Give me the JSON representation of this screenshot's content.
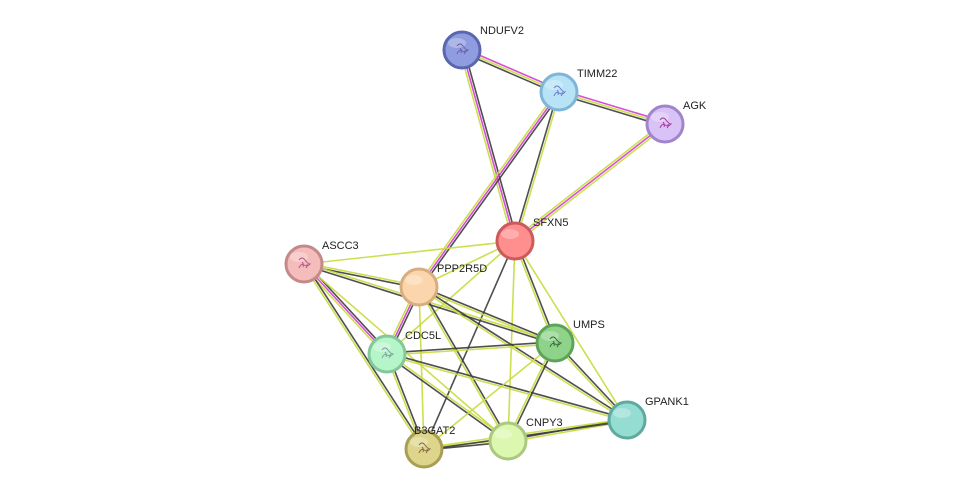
{
  "nodes": [
    {
      "id": "NDUFV2",
      "label": "NDUFV2",
      "fill": "#8f9de0",
      "stroke": "#5a67b0",
      "glyph": "#6f5fa8"
    },
    {
      "id": "TIMM22",
      "label": "TIMM22",
      "fill": "#b8e2f6",
      "stroke": "#7fb5d6",
      "glyph": "#6f7bd0"
    },
    {
      "id": "AGK",
      "label": "AGK",
      "fill": "#d9c2f6",
      "stroke": "#a085cc",
      "glyph": "#a53aa0"
    },
    {
      "id": "SFXN5",
      "label": "SFXN5",
      "fill": "#ff8e8e",
      "stroke": "#cc5a5a",
      "glyph": ""
    },
    {
      "id": "ASCC3",
      "label": "ASCC3",
      "fill": "#f5bcbc",
      "stroke": "#c48a8a",
      "glyph": "#b05a8a"
    },
    {
      "id": "PPP2R5D",
      "label": "PPP2R5D",
      "fill": "#fbd6ac",
      "stroke": "#d8ad80",
      "glyph": ""
    },
    {
      "id": "UMPS",
      "label": "UMPS",
      "fill": "#8fd38a",
      "stroke": "#5ea35a",
      "glyph": "#3c6a3a"
    },
    {
      "id": "CDC5L",
      "label": "CDC5L",
      "fill": "#b6f5c9",
      "stroke": "#84c79a",
      "glyph": "#7fa0a0"
    },
    {
      "id": "GPANK1",
      "label": "GPANK1",
      "fill": "#95ddd3",
      "stroke": "#5fa99f",
      "glyph": ""
    },
    {
      "id": "CNPY3",
      "label": "CNPY3",
      "fill": "#dcf8b0",
      "stroke": "#aac87f",
      "glyph": ""
    },
    {
      "id": "B3GAT2",
      "label": "B3GAT2",
      "fill": "#ddd58a",
      "stroke": "#a89f55",
      "glyph": "#8a6a4a"
    }
  ],
  "edges": [
    {
      "a": "NDUFV2",
      "b": "TIMM22",
      "types": [
        "magenta",
        "yellow",
        "dark"
      ]
    },
    {
      "a": "NDUFV2",
      "b": "SFXN5",
      "types": [
        "dark",
        "magenta",
        "yellow"
      ]
    },
    {
      "a": "TIMM22",
      "b": "AGK",
      "types": [
        "magenta",
        "yellow",
        "dark"
      ]
    },
    {
      "a": "TIMM22",
      "b": "SFXN5",
      "types": [
        "yellow",
        "dark"
      ]
    },
    {
      "a": "TIMM22",
      "b": "PPP2R5D",
      "types": [
        "dark",
        "magenta",
        "yellow"
      ]
    },
    {
      "a": "AGK",
      "b": "SFXN5",
      "types": [
        "yellow",
        "magenta",
        "yellow"
      ]
    },
    {
      "a": "SFXN5",
      "b": "ASCC3",
      "types": [
        "yellow"
      ]
    },
    {
      "a": "SFXN5",
      "b": "PPP2R5D",
      "types": [
        "yellow"
      ]
    },
    {
      "a": "SFXN5",
      "b": "UMPS",
      "types": [
        "dark",
        "yellow"
      ]
    },
    {
      "a": "SFXN5",
      "b": "CDC5L",
      "types": [
        "yellow"
      ]
    },
    {
      "a": "SFXN5",
      "b": "GPANK1",
      "types": [
        "yellow"
      ]
    },
    {
      "a": "SFXN5",
      "b": "CNPY3",
      "types": [
        "yellow"
      ]
    },
    {
      "a": "SFXN5",
      "b": "B3GAT2",
      "types": [
        "dark"
      ]
    },
    {
      "a": "ASCC3",
      "b": "PPP2R5D",
      "types": [
        "yellow",
        "dark"
      ]
    },
    {
      "a": "ASCC3",
      "b": "CDC5L",
      "types": [
        "dark",
        "magenta",
        "yellow"
      ]
    },
    {
      "a": "ASCC3",
      "b": "UMPS",
      "types": [
        "yellow",
        "dark"
      ]
    },
    {
      "a": "ASCC3",
      "b": "B3GAT2",
      "types": [
        "dark",
        "yellow"
      ]
    },
    {
      "a": "ASCC3",
      "b": "CNPY3",
      "types": [
        "yellow"
      ]
    },
    {
      "a": "PPP2R5D",
      "b": "CDC5L",
      "types": [
        "dark",
        "magenta",
        "yellow"
      ]
    },
    {
      "a": "PPP2R5D",
      "b": "UMPS",
      "types": [
        "dark",
        "yellow"
      ]
    },
    {
      "a": "PPP2R5D",
      "b": "GPANK1",
      "types": [
        "dark",
        "yellow"
      ]
    },
    {
      "a": "PPP2R5D",
      "b": "CNPY3",
      "types": [
        "dark",
        "yellow"
      ]
    },
    {
      "a": "PPP2R5D",
      "b": "B3GAT2",
      "types": [
        "yellow"
      ]
    },
    {
      "a": "CDC5L",
      "b": "UMPS",
      "types": [
        "dark",
        "yellow"
      ]
    },
    {
      "a": "CDC5L",
      "b": "GPANK1",
      "types": [
        "dark",
        "yellow"
      ]
    },
    {
      "a": "CDC5L",
      "b": "CNPY3",
      "types": [
        "yellow",
        "dark"
      ]
    },
    {
      "a": "CDC5L",
      "b": "B3GAT2",
      "types": [
        "dark",
        "yellow"
      ]
    },
    {
      "a": "UMPS",
      "b": "GPANK1",
      "types": [
        "dark",
        "yellow"
      ]
    },
    {
      "a": "UMPS",
      "b": "CNPY3",
      "types": [
        "dark",
        "yellow"
      ]
    },
    {
      "a": "UMPS",
      "b": "B3GAT2",
      "types": [
        "yellow"
      ]
    },
    {
      "a": "CNPY3",
      "b": "GPANK1",
      "types": [
        "dark",
        "yellow"
      ]
    },
    {
      "a": "CNPY3",
      "b": "B3GAT2",
      "types": [
        "dark",
        "yellow"
      ]
    },
    {
      "a": "GPANK1",
      "b": "B3GAT2",
      "types": [
        "dark",
        "yellow"
      ]
    }
  ],
  "edge_colors": {
    "dark": "#3c3c3c",
    "magenta": "#d23cd2",
    "yellow": "#c8dc3c"
  }
}
